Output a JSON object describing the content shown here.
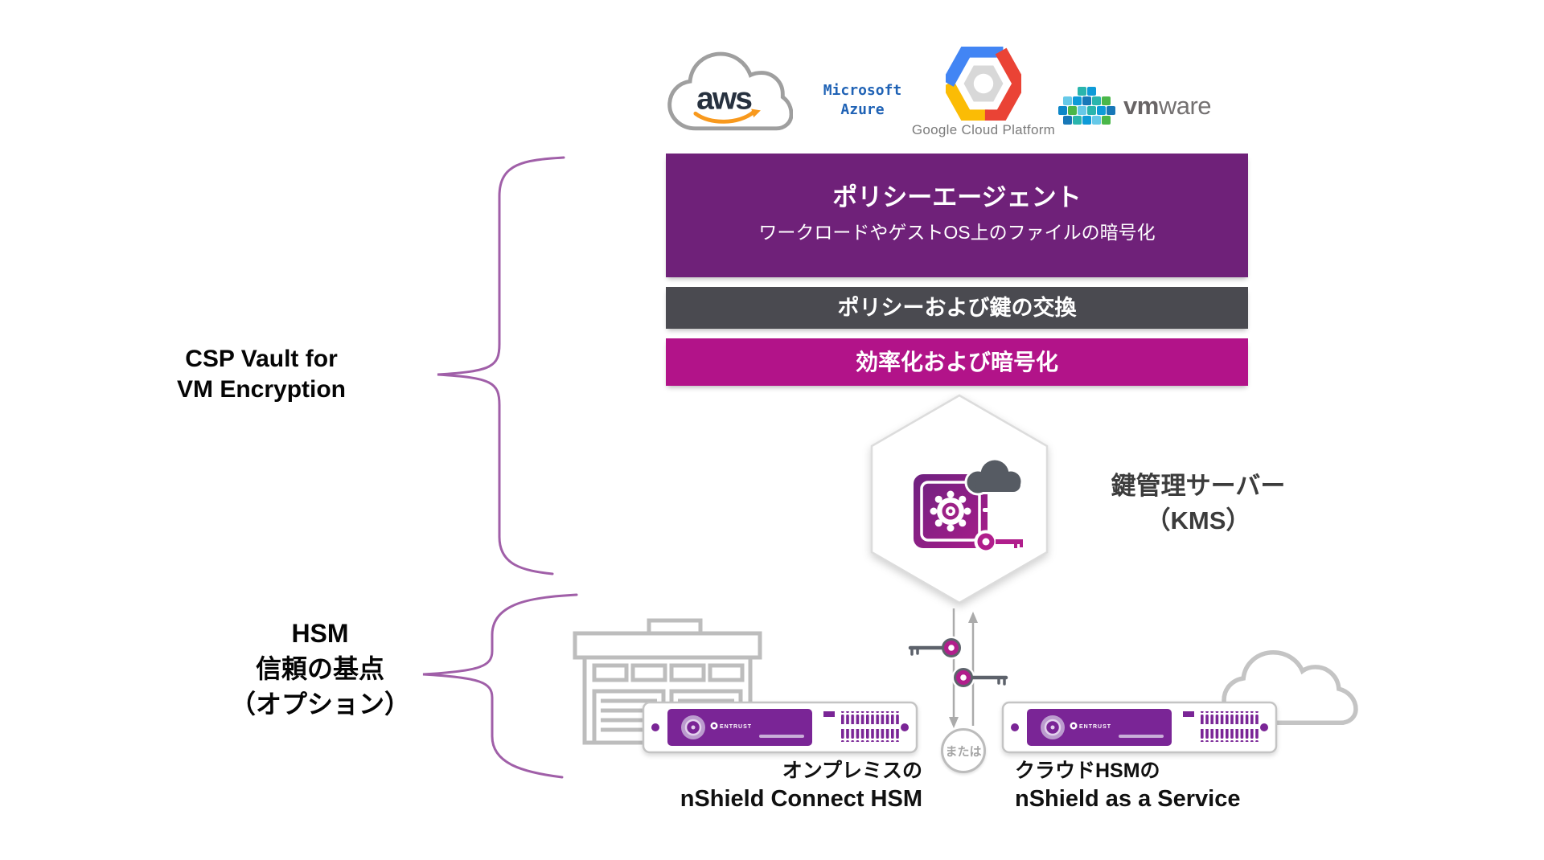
{
  "providers": {
    "aws": "aws",
    "azure_line1": "Microsoft",
    "azure_line2": "Azure",
    "gcp": "Google Cloud Platform",
    "vmware_bold": "vm",
    "vmware_rest": "ware"
  },
  "stack": {
    "agent_title": "ポリシーエージェント",
    "agent_subtitle": "ワークロードやゲストOS上のファイルの暗号化",
    "exchange_bar": "ポリシーおよび鍵の交換",
    "efficiency_bar": "効率化および暗号化"
  },
  "kms": {
    "line1": "鍵管理サーバー",
    "line2": "（KMS）"
  },
  "labels": {
    "csp_line1": "CSP Vault for",
    "csp_line2": "VM Encryption",
    "hsm_line1": "HSM",
    "hsm_line2": "信頼の基点",
    "hsm_line3": "（オプション）"
  },
  "bottom": {
    "or": "または",
    "onprem_line1": "オンプレミスの",
    "onprem_line2": "nShield Connect HSM",
    "cloud_line1": "クラウドHSMの",
    "cloud_line2": "nShield as a Service",
    "brand": "ENTRUST"
  },
  "colors": {
    "purple_box": "#6F2179",
    "gray_bar": "#4A4A50",
    "magenta_bar": "#B21389",
    "appliance_purple": "#7A2596",
    "brace_purple": "#A05FA8",
    "azure_blue": "#1F62B5",
    "aws_orange": "#F8991D",
    "gcp_blue": "#4285F4",
    "gcp_red": "#EA4335",
    "gcp_yellow": "#FBBC05",
    "kms_key_magenta": "#B01E8C",
    "icon_gray": "#BDBDBD",
    "cloud_dark": "#565B63"
  }
}
